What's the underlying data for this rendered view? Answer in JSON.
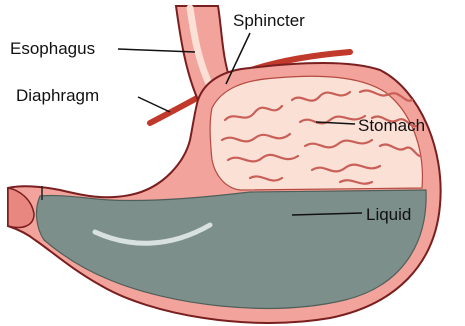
{
  "labels": {
    "esophagus": "Esophagus",
    "sphincter": "Sphincter",
    "diaphragm": "Diaphragm",
    "stomach": "Stomach",
    "liquid": "Liquid"
  },
  "colors": {
    "tissue": "#f2a39b",
    "tissue_outline": "#7a1f1f",
    "mucosa": "#fbe0d6",
    "diaphragm": "#c0392b",
    "liquid": "#7d8f8a",
    "background": "#ffffff"
  }
}
